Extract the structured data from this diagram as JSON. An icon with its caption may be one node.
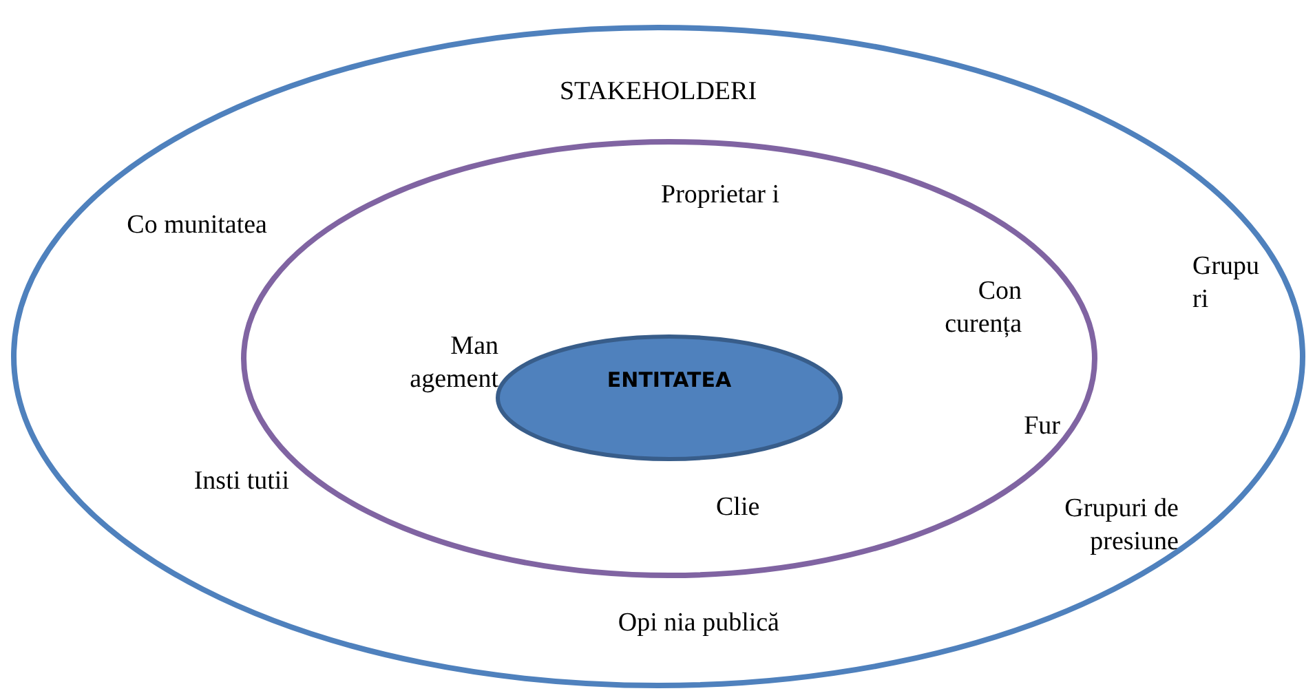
{
  "diagram": {
    "nodes": [
      {
        "text": [
          "STAKEHOLDERI"
        ]
      },
      {
        "text": [],
        "shape": "ellipse",
        "in": 0
      },
      {
        "text": [
          "ENTITATEA"
        ],
        "in": 1
      }
    ],
    "labels": [
      "Proprietar i",
      "Co munitatea",
      "Grupu ri",
      "Con curența",
      "Man agement",
      "Fur",
      "Insti tutii",
      "Clie",
      "Grupuri de presiune",
      "Opi nia publică"
    ]
  }
}
